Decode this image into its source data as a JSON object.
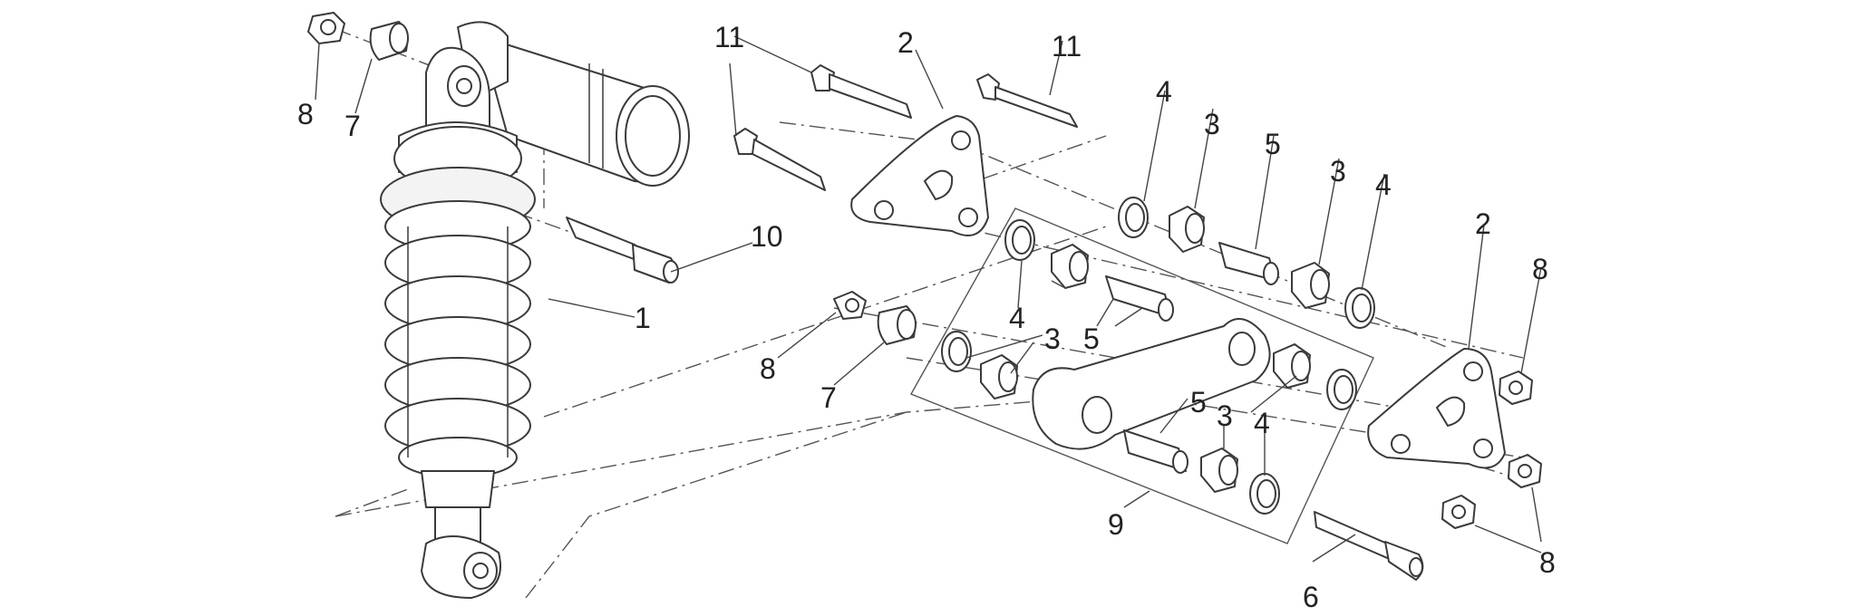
{
  "diagram": {
    "labels": {
      "l1": "1",
      "l2a": "2",
      "l2b": "2",
      "l3a": "3",
      "l3b": "3",
      "l3c": "3",
      "l3d": "3",
      "l4a": "4",
      "l4b": "4",
      "l4c": "4",
      "l4d": "4",
      "l5a": "5",
      "l5b": "5",
      "l5c": "5",
      "l6": "6",
      "l7a": "7",
      "l7b": "7",
      "l8a": "8",
      "l8b": "8",
      "l8c": "8",
      "l8d": "8",
      "l9": "9",
      "l10": "10",
      "l11a": "11",
      "l11b": "11"
    }
  }
}
